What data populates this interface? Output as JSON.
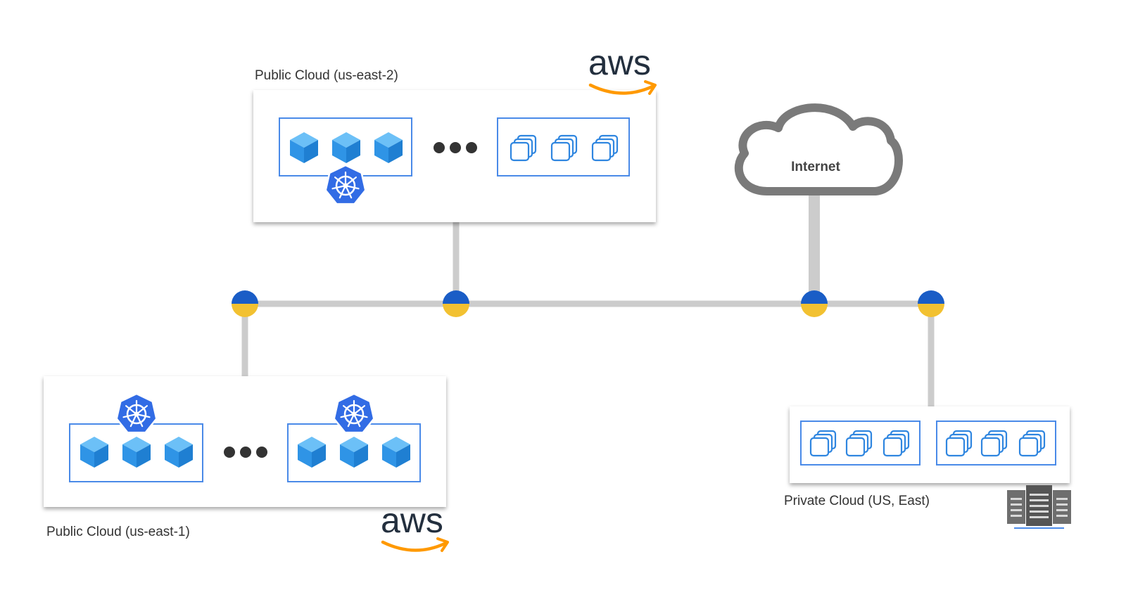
{
  "regions": {
    "us_east_2": {
      "label": "Public Cloud (us-east-2)"
    },
    "us_east_1": {
      "label": "Public Cloud (us-east-1)"
    },
    "private": {
      "label": "Private Cloud (US, East)"
    }
  },
  "internet": {
    "label": "Internet"
  },
  "logos": {
    "aws_text": "aws"
  },
  "icons": {
    "node": "cube-icon",
    "kubernetes": "kubernetes-icon",
    "vm": "vm-instance-icon",
    "ellipsis": "ellipsis-icon",
    "server": "server-rack-icon"
  },
  "colors": {
    "cube": "#2f94e6",
    "kubernetes": "#326ce5",
    "cluster_border": "#4a8ae8",
    "line": "#cccccc",
    "node_top": "#1a5dc6",
    "node_bottom": "#f2c131",
    "cloud_stroke": "#7a7a7a",
    "aws_orange": "#ff9900"
  }
}
